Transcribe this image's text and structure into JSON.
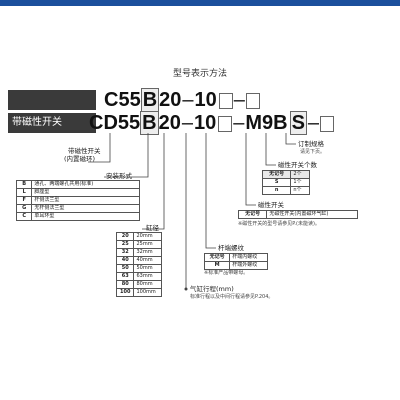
{
  "title": "型号表示方法",
  "row1": {
    "model": "C55",
    "b": "B",
    "bore": "20",
    "stroke": "10"
  },
  "row2": {
    "label": "带磁性开关",
    "model": "CD55",
    "b": "B",
    "bore": "20",
    "stroke": "10",
    "switch": "M9B",
    "s": "S"
  },
  "magnetic": {
    "title": "带磁性开关",
    "sub": "(内置磁环)"
  },
  "mounting": {
    "title": "安装形式",
    "rows": [
      {
        "k": "B",
        "v": "通孔、两端螺孔共用(标准)"
      },
      {
        "k": "L",
        "v": "脚座型"
      },
      {
        "k": "F",
        "v": "杆侧法兰型"
      },
      {
        "k": "G",
        "v": "无杆侧法兰型"
      },
      {
        "k": "C",
        "v": "单耳环型"
      }
    ]
  },
  "bore": {
    "title": "缸径",
    "rows": [
      {
        "k": "20",
        "v": "20mm"
      },
      {
        "k": "25",
        "v": "25mm"
      },
      {
        "k": "32",
        "v": "32mm"
      },
      {
        "k": "40",
        "v": "40mm"
      },
      {
        "k": "50",
        "v": "50mm"
      },
      {
        "k": "63",
        "v": "63mm"
      },
      {
        "k": "80",
        "v": "80mm"
      },
      {
        "k": "100",
        "v": "100mm"
      }
    ]
  },
  "thread": {
    "title": "杆端螺纹",
    "rows": [
      {
        "k": "无记号",
        "v": "杆端内螺纹"
      },
      {
        "k": "M",
        "v": "杆端外螺纹"
      }
    ],
    "note": "※标准产品带螺母。"
  },
  "stroke": {
    "title": "气缸行程(mm)",
    "note": "标准行程以及中间行程请参见P.204。"
  },
  "order": {
    "title": "订制规格",
    "note": "请见下页。"
  },
  "count": {
    "title": "磁性开关个数",
    "header": {
      "k": "无记号",
      "v": "2个"
    },
    "rows": [
      {
        "k": "S",
        "v": "1个"
      },
      {
        "k": "n",
        "v": "n个"
      }
    ]
  },
  "switch": {
    "title": "磁性开关",
    "header": {
      "k": "无记号",
      "v": "无磁性开关(内置磁环气缸)"
    },
    "note": "※磁性开关的型号请参见P.(未能读)。"
  }
}
